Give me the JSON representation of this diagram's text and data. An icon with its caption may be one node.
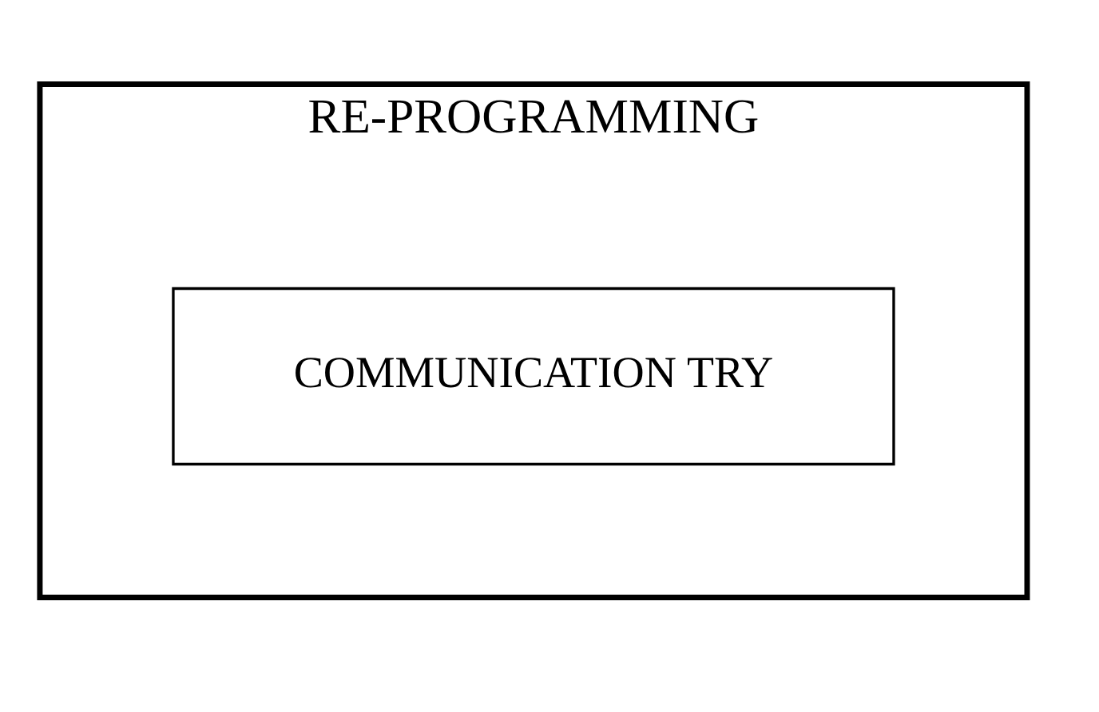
{
  "diagram": {
    "nodes": [
      {
        "text": [
          "RE-PROGRAMMING"
        ]
      },
      {
        "text": [
          "COMMUNICATION TRY"
        ],
        "in": 0
      }
    ]
  }
}
